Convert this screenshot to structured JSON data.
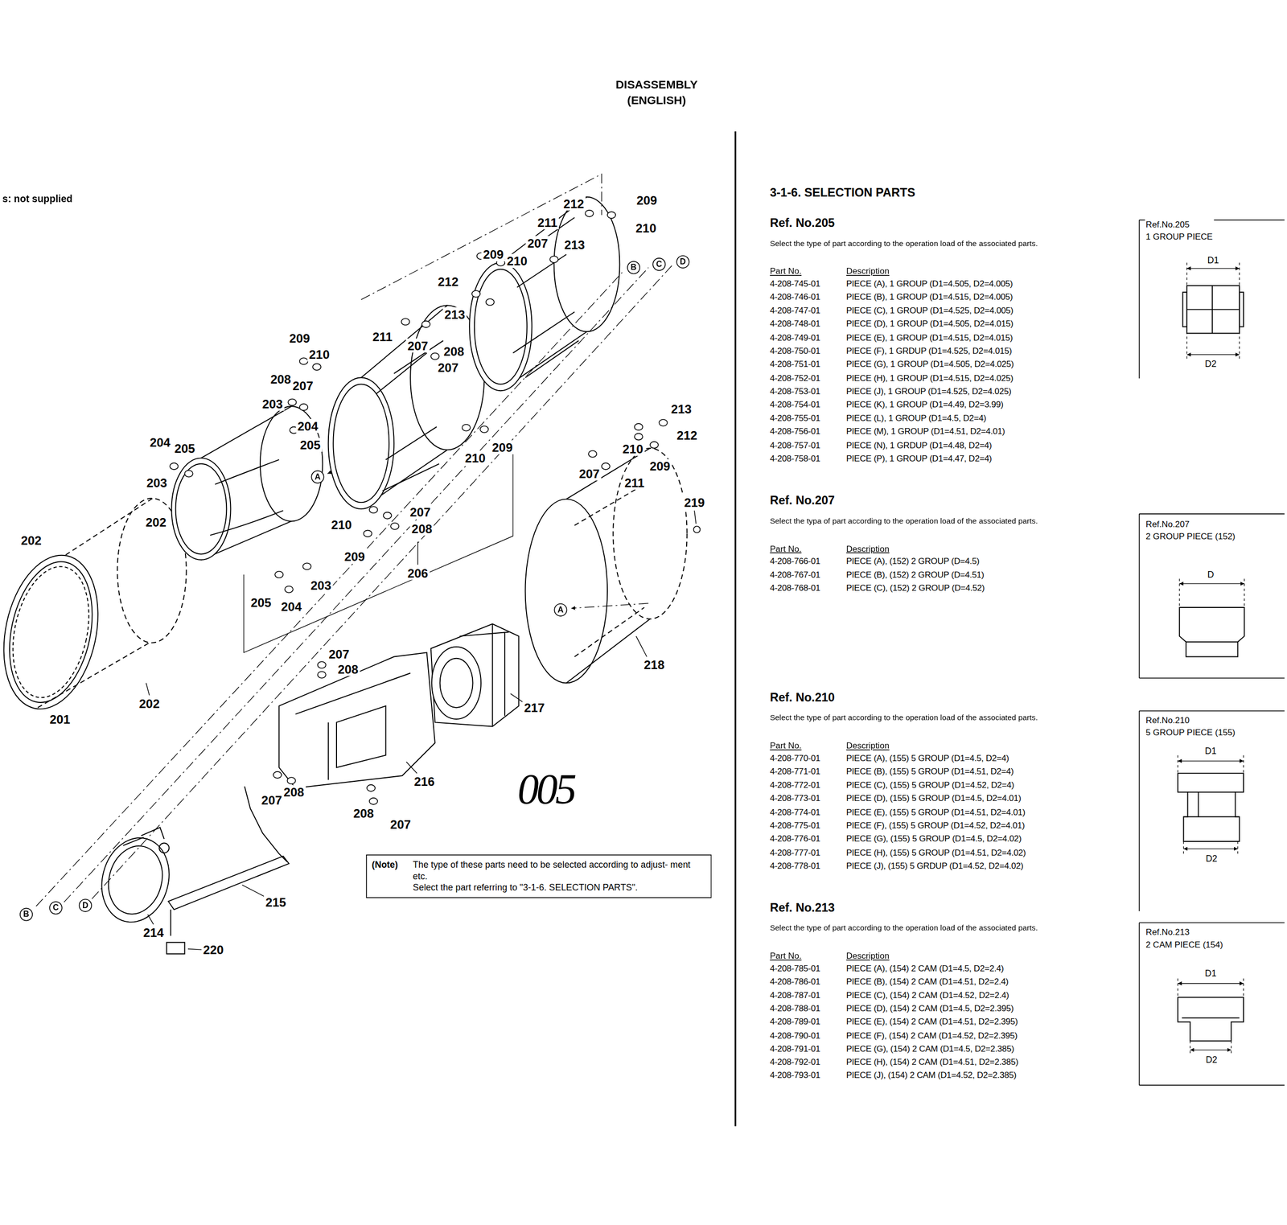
{
  "diagram": {
    "title": "DISASSEMBLY (ENGLISH)",
    "nodes": [
      {
        "text": [
          "(Note)",
          "The type of these parts need to be selected according to adjust- ment etc.",
          "Select the part referring to \"3-1-6. SELECTION PARTS\"."
        ]
      }
    ],
    "labels": [
      "s: not supplied",
      "212",
      "209",
      "211",
      "210",
      "207",
      "213",
      "209",
      "210",
      "212",
      "213",
      "211",
      "207",
      "208",
      "207",
      "209",
      "210",
      "208",
      "207",
      "203",
      "204",
      "205",
      "204",
      "205",
      "203",
      "209",
      "210",
      "213",
      "212",
      "210",
      "209",
      "207",
      "211",
      "219",
      "202",
      "202",
      "207",
      "210",
      "208",
      "209",
      "206",
      "203",
      "205",
      "204",
      "218",
      "201",
      "202",
      "217",
      "207",
      "208",
      "216",
      "207",
      "208",
      "208",
      "207",
      "215",
      "214",
      "220",
      "B",
      "C",
      "D",
      "A",
      "A",
      "B",
      "C",
      "D",
      "3-1-6. SELECTION PARTS",
      "Ref. No.205",
      "Select the type of part according to the operation load of the associated parts.",
      "Part No.",
      "Description",
      "4-208-745-01",
      "PIECE (A), 1 GROUP (D1=4.505, D2=4.005)",
      "4-208-746-01",
      "PIECE (B), 1 GROUP (D1=4.515, D2=4.005)",
      "4-208-747-01",
      "PIECE (C), 1 GROUP (D1=4.525, D2=4.005)",
      "4-208-748-01",
      "PIECE (D), 1 GROUP (D1=4.505, D2=4.015)",
      "4-208-749-01",
      "PIECE (E), 1 GROUP (D1=4.515, D2=4.015)",
      "4-208-750-01",
      "PIECE (F), 1 GRDUP (D1=4.525, D2=4.015)",
      "4-208-751-01",
      "PIECE (G), 1 GROUP (D1=4.505, D2=4.025)",
      "4-208-752-01",
      "PIECE (H), 1 GROUP (D1=4.515, D2=4.025)",
      "4-208-753-01",
      "PIECE (J), 1 GROUP (D1=4.525, D2=4.025)",
      "4-208-754-01",
      "PIECE (K), 1 GROUP (D1=4.49, D2=3.99)",
      "4-208-755-01",
      "PIECE (L), 1 GROUP (D1=4.5, D2=4)",
      "4-208-756-01",
      "PIECE (M), 1 GROUP (D1=4.51, D2=4.01)",
      "4-208-757-01",
      "PIECE (N), 1 GRDUP (D1=4.48, D2=4)",
      "4-208-758-01",
      "PIECE (P), 1 GROUP (D1=4.47, D2=4)",
      "Ref. No.207",
      "Select the typa of part according to the operation load of the associated parts.",
      "Part No.",
      "Description",
      "4-208-766-01",
      "PIECE (A), (152) 2 GROUP (D=4.5)",
      "4-208-767-01",
      "PIECE (B), (152) 2 GROUP (D=4.51)",
      "4-208-768-01",
      "PIECE (C), (152) 2 GROUP (D=4.52)",
      "Ref. No.210",
      "Select the type of part according to the operation load of the associated parts.",
      "Part No.",
      "Description",
      "4-208-770-01",
      "PIECE (A), (155) 5 GROUP (D1=4.5, D2=4)",
      "4-208-771-01",
      "PIECE (B), (155) 5 GROUP (D1=4.51, D2=4)",
      "4-208-772-01",
      "PIECE (C), (155) 5 GROUP (D1=4.52, D2=4)",
      "4-208-773-01",
      "PIECE (D), (155) 5 GROUP (D1=4.5, D2=4.01)",
      "4-208-774-01",
      "PIECE (E), (155) 5 GROUP (D1=4.51, D2=4.01)",
      "4-208-775-01",
      "PIECE (F), (155) 5 GROUP (D1=4.52, D2=4.01)",
      "4-208-776-01",
      "PIECE (G), (155) 5 GROUP (D1=4.5, D2=4.02)",
      "4-208-777-01",
      "PIECE (H), (155) 5 GROUP (D1=4.51, D2=4.02)",
      "4-208-778-01",
      "PIECE (J), (155) 5 GRDUP (D1=4.52, D2=4.02)",
      "Ref. No.213",
      "Select the type of part according to the operation load of the associated parts.",
      "Part No.",
      "Description",
      "4-208-785-01",
      "PIECE (A), (154) 2 CAM (D1=4.5, D2=2.4)",
      "4-208-786-01",
      "PIECE (B), (154) 2 CAM (D1=4.51, D2=2.4)",
      "4-208-787-01",
      "PIECE (C), (154) 2 CAM (D1=4.52, D2=2.4)",
      "4-208-788-01",
      "PIECE (D), (154) 2 CAM (D1=4.5, D2=2.395)",
      "4-208-789-01",
      "PIECE (E), (154) 2 CAM (D1=4.51, D2=2.395)",
      "4-208-790-01",
      "PIECE (F), (154) 2 CAM (D1=4.52, D2=2.395)",
      "4-208-791-01",
      "PIECE (G), (154) 2 CAM (D1=4.5, D2=2.385)",
      "4-208-792-01",
      "PIECE (H), (154) 2 CAM (D1=4.51, D2=2.385)",
      "4-208-793-01",
      "PIECE (J), (154) 2 CAM (D1=4.52, D2=2.385)",
      "Ref.No.205 1 GROUP PIECE",
      "D1",
      "D2",
      "Ref.No.207 2 GROUP PIECE (152)",
      "D",
      "Ref.No.210 5 GROUP PIECE (155)",
      "D1",
      "D2",
      "Ref.No.213 2 CAM PIECE (154)",
      "D1",
      "D2",
      "005"
    ]
  }
}
